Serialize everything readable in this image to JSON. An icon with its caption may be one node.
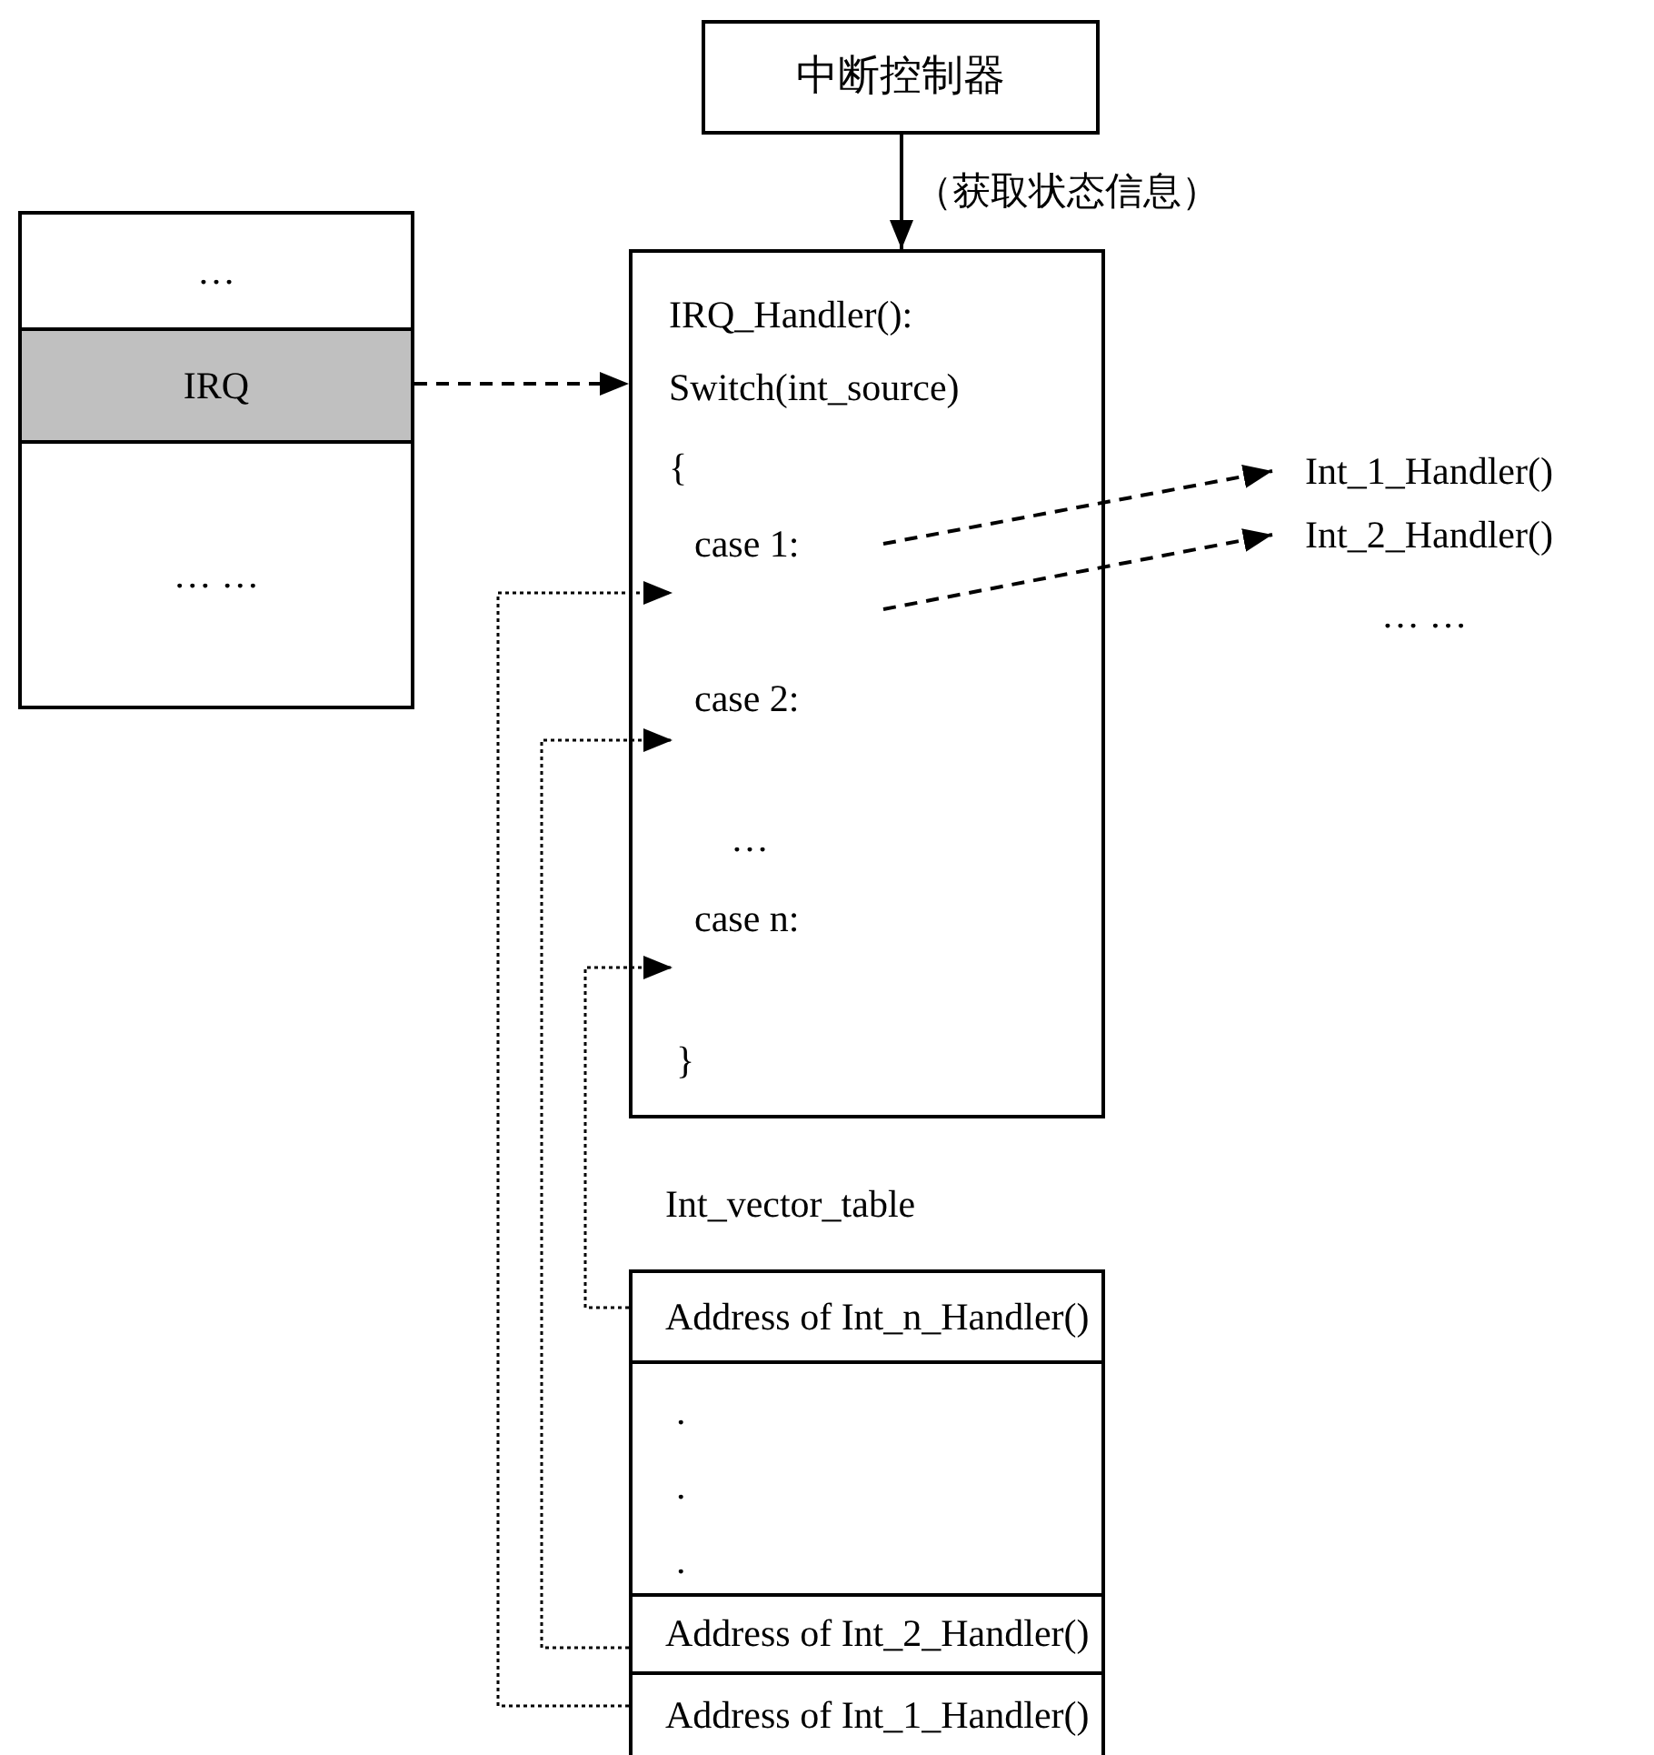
{
  "diagram": {
    "nodes": [
      {
        "text": [
          "中断控制器"
        ]
      },
      {
        "text": [
          "…"
        ]
      },
      {
        "text": [
          "IRQ"
        ]
      },
      {
        "text": [
          "… …"
        ]
      },
      {
        "text": [
          "IRQ_Handler():",
          "Switch(int_source)",
          "{",
          "…",
          "}"
        ]
      },
      {
        "text": [
          "case 1:"
        ],
        "in": 4
      },
      {
        "text": [
          "case 2:"
        ],
        "in": 4
      },
      {
        "text": [
          "case n:"
        ],
        "in": 4
      },
      {
        "text": [
          "Int_1_Handler()"
        ]
      },
      {
        "text": [
          "Int_2_Handler()"
        ]
      },
      {
        "text": [
          "Int_vector_table"
        ]
      },
      {
        "text": [
          "Address of Int_n_Handler()"
        ],
        "in": 10
      },
      {
        "text": [
          ".",
          ".",
          "."
        ],
        "in": 10
      },
      {
        "text": [
          "Address of Int_2_Handler()"
        ],
        "in": 10
      },
      {
        "text": [
          "Address of Int_1_Handler()"
        ],
        "in": 10
      }
    ],
    "edges": [
      {
        "from": 0,
        "to": 4,
        "arrow": "to",
        "label": "（获取状态信息）"
      },
      {
        "from": 2,
        "to": 4,
        "arrow": "to",
        "style": "dashed"
      },
      {
        "from": 5,
        "to": 8,
        "arrow": "to",
        "style": "dashed"
      },
      {
        "from": 5,
        "to": 9,
        "arrow": "to",
        "style": "dashed"
      },
      {
        "from": 11,
        "to": 7,
        "arrow": "to",
        "style": "dashed"
      },
      {
        "from": 13,
        "to": 6,
        "arrow": "to",
        "style": "dashed"
      },
      {
        "from": 14,
        "to": 5,
        "arrow": "to",
        "style": "dashed"
      }
    ],
    "labels": [
      "… …"
    ]
  }
}
